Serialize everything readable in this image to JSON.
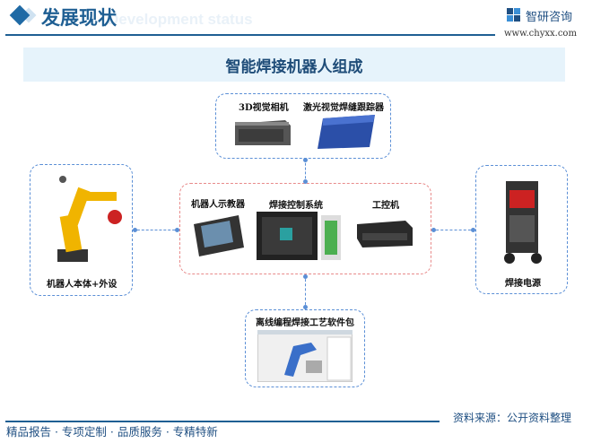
{
  "header": {
    "title": "发展现状",
    "subtitle_watermark": "Development status",
    "logo_name": "智研咨询",
    "logo_url": "www.chyxx.com"
  },
  "banner": {
    "title": "智能焊接机器人组成"
  },
  "components": {
    "top": [
      {
        "label": "3D视觉相机"
      },
      {
        "label": "激光视觉焊缝跟踪器"
      }
    ],
    "center": [
      {
        "label": "机器人示教器"
      },
      {
        "label": "焊接控制系统"
      },
      {
        "label": "工控机"
      }
    ],
    "left": {
      "label": "机器人本体+外设"
    },
    "right": {
      "label": "焊接电源"
    },
    "bottom": {
      "label": "离线编程焊接工艺软件包"
    }
  },
  "footer": {
    "source": "资料来源：公开资料整理",
    "slogan": "精品报告 · 专项定制 · 品质服务 · 专精特新"
  },
  "colors": {
    "accent": "#1f5f93",
    "banner_bg": "#e6f3fb",
    "box_border": "#5b8fd6",
    "center_border": "#e88a8a"
  }
}
